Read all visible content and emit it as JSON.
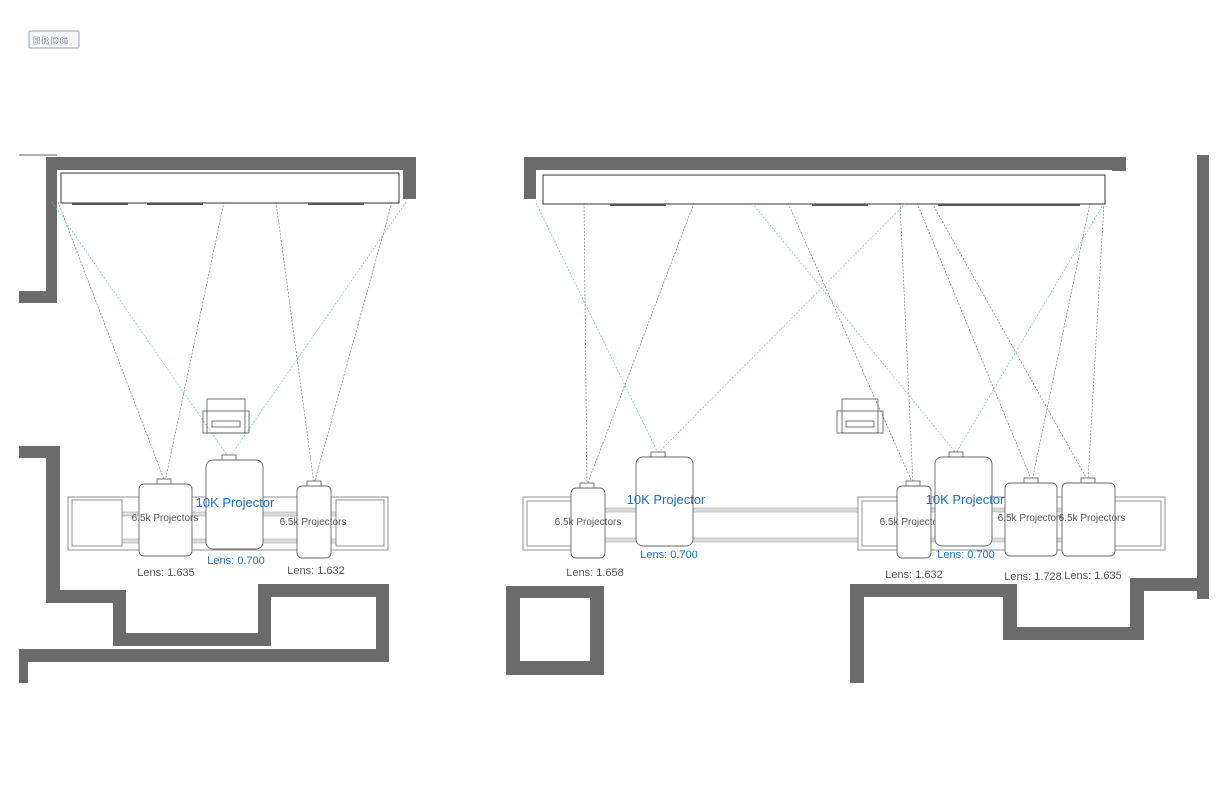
{
  "logo": {
    "text": "BRDG"
  },
  "left_room": {
    "projectors": [
      {
        "name": "6.5k Projectors",
        "lens": "Lens: 1.635"
      },
      {
        "name": "10K Projector",
        "lens": "Lens: 0.700"
      },
      {
        "name": "6.5k Projectors",
        "lens": "Lens: 1.632"
      }
    ]
  },
  "right_room": {
    "projectors": [
      {
        "name": "6.5k Projectors",
        "lens": "Lens: 1.658"
      },
      {
        "name": "10K Projector",
        "lens": "Lens: 0.700"
      },
      {
        "name": "6.5k Projectors",
        "lens": "Lens: 1.632"
      },
      {
        "name": "10K Projector",
        "lens": "Lens: 0.700"
      },
      {
        "name": "6.5k Projectors",
        "lens": "Lens: 1.728"
      },
      {
        "name": "6.5k Projectors",
        "lens": "Lens: 1.635"
      }
    ]
  },
  "colors": {
    "wall": "#6b6b6b",
    "label_blue": "#1a6fc4",
    "label_gray": "#555555",
    "beam_blue": "#5fb3c6"
  }
}
